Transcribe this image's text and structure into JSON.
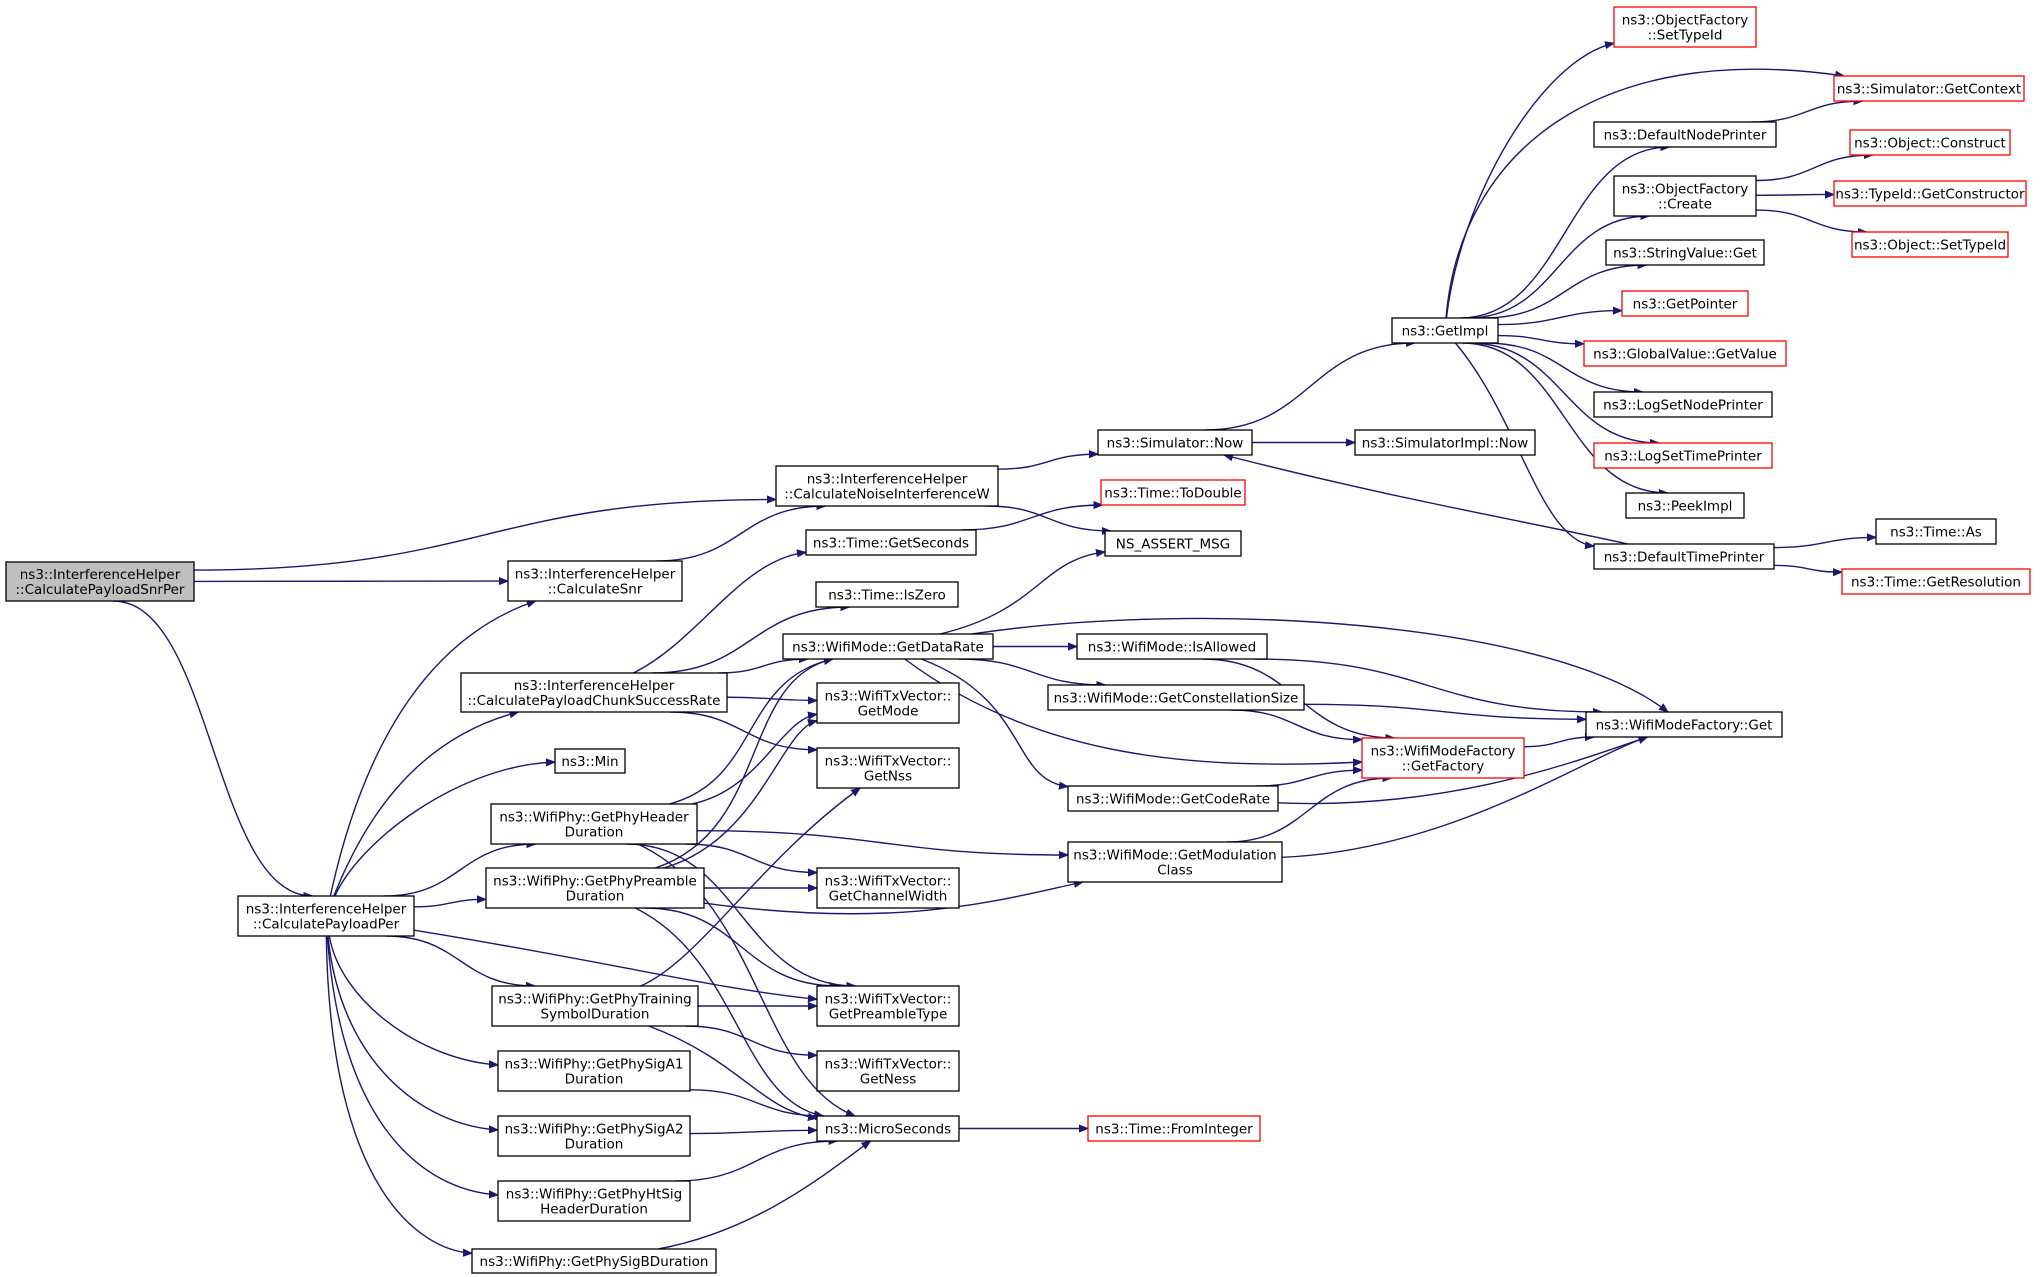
{
  "graph": {
    "type": "call-graph",
    "edge_color": "#191970",
    "node_border_default": "#000000",
    "node_border_missing": "#ff0000",
    "root_fill": "#bfbfbf",
    "nodes": [
      {
        "id": "root",
        "lines": [
          "ns3::InterferenceHelper",
          "::CalculatePayloadSnrPer"
        ],
        "style": "root"
      },
      {
        "id": "cnw",
        "lines": [
          "ns3::InterferenceHelper",
          "::CalculateNoiseInterferenceW"
        ],
        "style": "normal"
      },
      {
        "id": "csnr",
        "lines": [
          "ns3::InterferenceHelper",
          "::CalculateSnr"
        ],
        "style": "normal"
      },
      {
        "id": "cpper",
        "lines": [
          "ns3::InterferenceHelper",
          "::CalculatePayloadPer"
        ],
        "style": "normal"
      },
      {
        "id": "cpcsr",
        "lines": [
          "ns3::InterferenceHelper",
          "::CalculatePayloadChunkSuccessRate"
        ],
        "style": "normal"
      },
      {
        "id": "min",
        "lines": [
          "ns3::Min"
        ],
        "style": "normal"
      },
      {
        "id": "phyhdr",
        "lines": [
          "ns3::WifiPhy::GetPhyHeader",
          "Duration"
        ],
        "style": "normal"
      },
      {
        "id": "phypre",
        "lines": [
          "ns3::WifiPhy::GetPhyPreamble",
          "Duration"
        ],
        "style": "normal"
      },
      {
        "id": "phytrn",
        "lines": [
          "ns3::WifiPhy::GetPhyTraining",
          "SymbolDuration"
        ],
        "style": "normal"
      },
      {
        "id": "sa1",
        "lines": [
          "ns3::WifiPhy::GetPhySigA1",
          "Duration"
        ],
        "style": "normal"
      },
      {
        "id": "sa2",
        "lines": [
          "ns3::WifiPhy::GetPhySigA2",
          "Duration"
        ],
        "style": "normal"
      },
      {
        "id": "htsig",
        "lines": [
          "ns3::WifiPhy::GetPhyHtSig",
          "HeaderDuration"
        ],
        "style": "normal"
      },
      {
        "id": "sigb",
        "lines": [
          "ns3::WifiPhy::GetPhySigBDuration"
        ],
        "style": "normal"
      },
      {
        "id": "simnow",
        "lines": [
          "ns3::Simulator::Now"
        ],
        "style": "normal"
      },
      {
        "id": "assert",
        "lines": [
          "NS_ASSERT_MSG"
        ],
        "style": "normal"
      },
      {
        "id": "getsec",
        "lines": [
          "ns3::Time::GetSeconds"
        ],
        "style": "normal"
      },
      {
        "id": "todbl",
        "lines": [
          "ns3::Time::ToDouble"
        ],
        "style": "missing"
      },
      {
        "id": "iszero",
        "lines": [
          "ns3::Time::IsZero"
        ],
        "style": "normal"
      },
      {
        "id": "gdr",
        "lines": [
          "ns3::WifiMode::GetDataRate"
        ],
        "style": "normal"
      },
      {
        "id": "gmode",
        "lines": [
          "ns3::WifiTxVector::",
          "GetMode"
        ],
        "style": "normal"
      },
      {
        "id": "gnss",
        "lines": [
          "ns3::WifiTxVector::",
          "GetNss"
        ],
        "style": "normal"
      },
      {
        "id": "gcw",
        "lines": [
          "ns3::WifiTxVector::",
          "GetChannelWidth"
        ],
        "style": "normal"
      },
      {
        "id": "gpt",
        "lines": [
          "ns3::WifiTxVector::",
          "GetPreambleType"
        ],
        "style": "normal"
      },
      {
        "id": "gness",
        "lines": [
          "ns3::WifiTxVector::",
          "GetNess"
        ],
        "style": "normal"
      },
      {
        "id": "micro",
        "lines": [
          "ns3::MicroSeconds"
        ],
        "style": "normal"
      },
      {
        "id": "fromint",
        "lines": [
          "ns3::Time::FromInteger"
        ],
        "style": "missing"
      },
      {
        "id": "isall",
        "lines": [
          "ns3::WifiMode::IsAllowed"
        ],
        "style": "normal"
      },
      {
        "id": "gcs",
        "lines": [
          "ns3::WifiMode::GetConstellationSize"
        ],
        "style": "normal"
      },
      {
        "id": "gcr",
        "lines": [
          "ns3::WifiMode::GetCodeRate"
        ],
        "style": "normal"
      },
      {
        "id": "gmc",
        "lines": [
          "ns3::WifiMode::GetModulation",
          "Class"
        ],
        "style": "normal"
      },
      {
        "id": "wmfgf",
        "lines": [
          "ns3::WifiModeFactory",
          "::GetFactory"
        ],
        "style": "missing"
      },
      {
        "id": "wmfget",
        "lines": [
          "ns3::WifiModeFactory::Get"
        ],
        "style": "normal"
      },
      {
        "id": "siminow",
        "lines": [
          "ns3::SimulatorImpl::Now"
        ],
        "style": "normal"
      },
      {
        "id": "getimpl",
        "lines": [
          "ns3::GetImpl"
        ],
        "style": "normal"
      },
      {
        "id": "ofsti",
        "lines": [
          "ns3::ObjectFactory",
          "::SetTypeId"
        ],
        "style": "missing"
      },
      {
        "id": "simctx",
        "lines": [
          "ns3::Simulator::GetContext"
        ],
        "style": "missing"
      },
      {
        "id": "dnp",
        "lines": [
          "ns3::DefaultNodePrinter"
        ],
        "style": "normal"
      },
      {
        "id": "ofc",
        "lines": [
          "ns3::ObjectFactory",
          "::Create"
        ],
        "style": "normal"
      },
      {
        "id": "objcon",
        "lines": [
          "ns3::Object::Construct"
        ],
        "style": "missing"
      },
      {
        "id": "tidgc",
        "lines": [
          "ns3::TypeId::GetConstructor"
        ],
        "style": "missing"
      },
      {
        "id": "objsti",
        "lines": [
          "ns3::Object::SetTypeId"
        ],
        "style": "missing"
      },
      {
        "id": "svget",
        "lines": [
          "ns3::StringValue::Get"
        ],
        "style": "normal"
      },
      {
        "id": "getptr",
        "lines": [
          "ns3::GetPointer"
        ],
        "style": "missing"
      },
      {
        "id": "gvgv",
        "lines": [
          "ns3::GlobalValue::GetValue"
        ],
        "style": "missing"
      },
      {
        "id": "lsnp",
        "lines": [
          "ns3::LogSetNodePrinter"
        ],
        "style": "normal"
      },
      {
        "id": "lstp",
        "lines": [
          "ns3::LogSetTimePrinter"
        ],
        "style": "missing"
      },
      {
        "id": "peek",
        "lines": [
          "ns3::PeekImpl"
        ],
        "style": "normal"
      },
      {
        "id": "dtp",
        "lines": [
          "ns3::DefaultTimePrinter"
        ],
        "style": "normal"
      },
      {
        "id": "timeas",
        "lines": [
          "ns3::Time::As"
        ],
        "style": "normal"
      },
      {
        "id": "timegr",
        "lines": [
          "ns3::Time::GetResolution"
        ],
        "style": "missing"
      }
    ]
  }
}
